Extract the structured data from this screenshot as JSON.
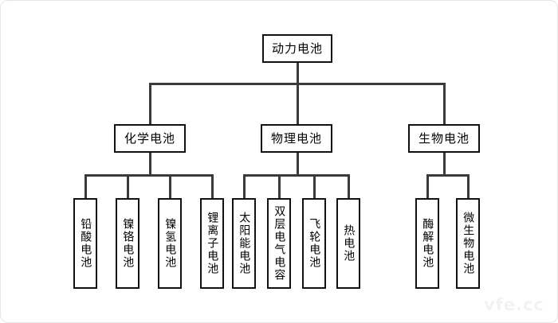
{
  "diagram": {
    "title": "动力电池",
    "watermark": "vfe.cc",
    "branches": [
      {
        "label": "化学电池",
        "children": [
          {
            "label": "铅酸电池"
          },
          {
            "label": "镍铬电池"
          },
          {
            "label": "镍氢电池"
          },
          {
            "label": "锂离子电池"
          }
        ]
      },
      {
        "label": "物理电池",
        "children": [
          {
            "label": "太阳能电池"
          },
          {
            "label": "双层电气电容"
          },
          {
            "label": "飞轮电池"
          },
          {
            "label": "热电池"
          }
        ]
      },
      {
        "label": "生物电池",
        "children": [
          {
            "label": "酶解电池"
          },
          {
            "label": "微生物电池"
          }
        ]
      }
    ]
  },
  "colors": {
    "line": "#3a3a3a",
    "box_border": "#111111",
    "background": "#ffffff",
    "watermark": "#f2f2f2"
  }
}
